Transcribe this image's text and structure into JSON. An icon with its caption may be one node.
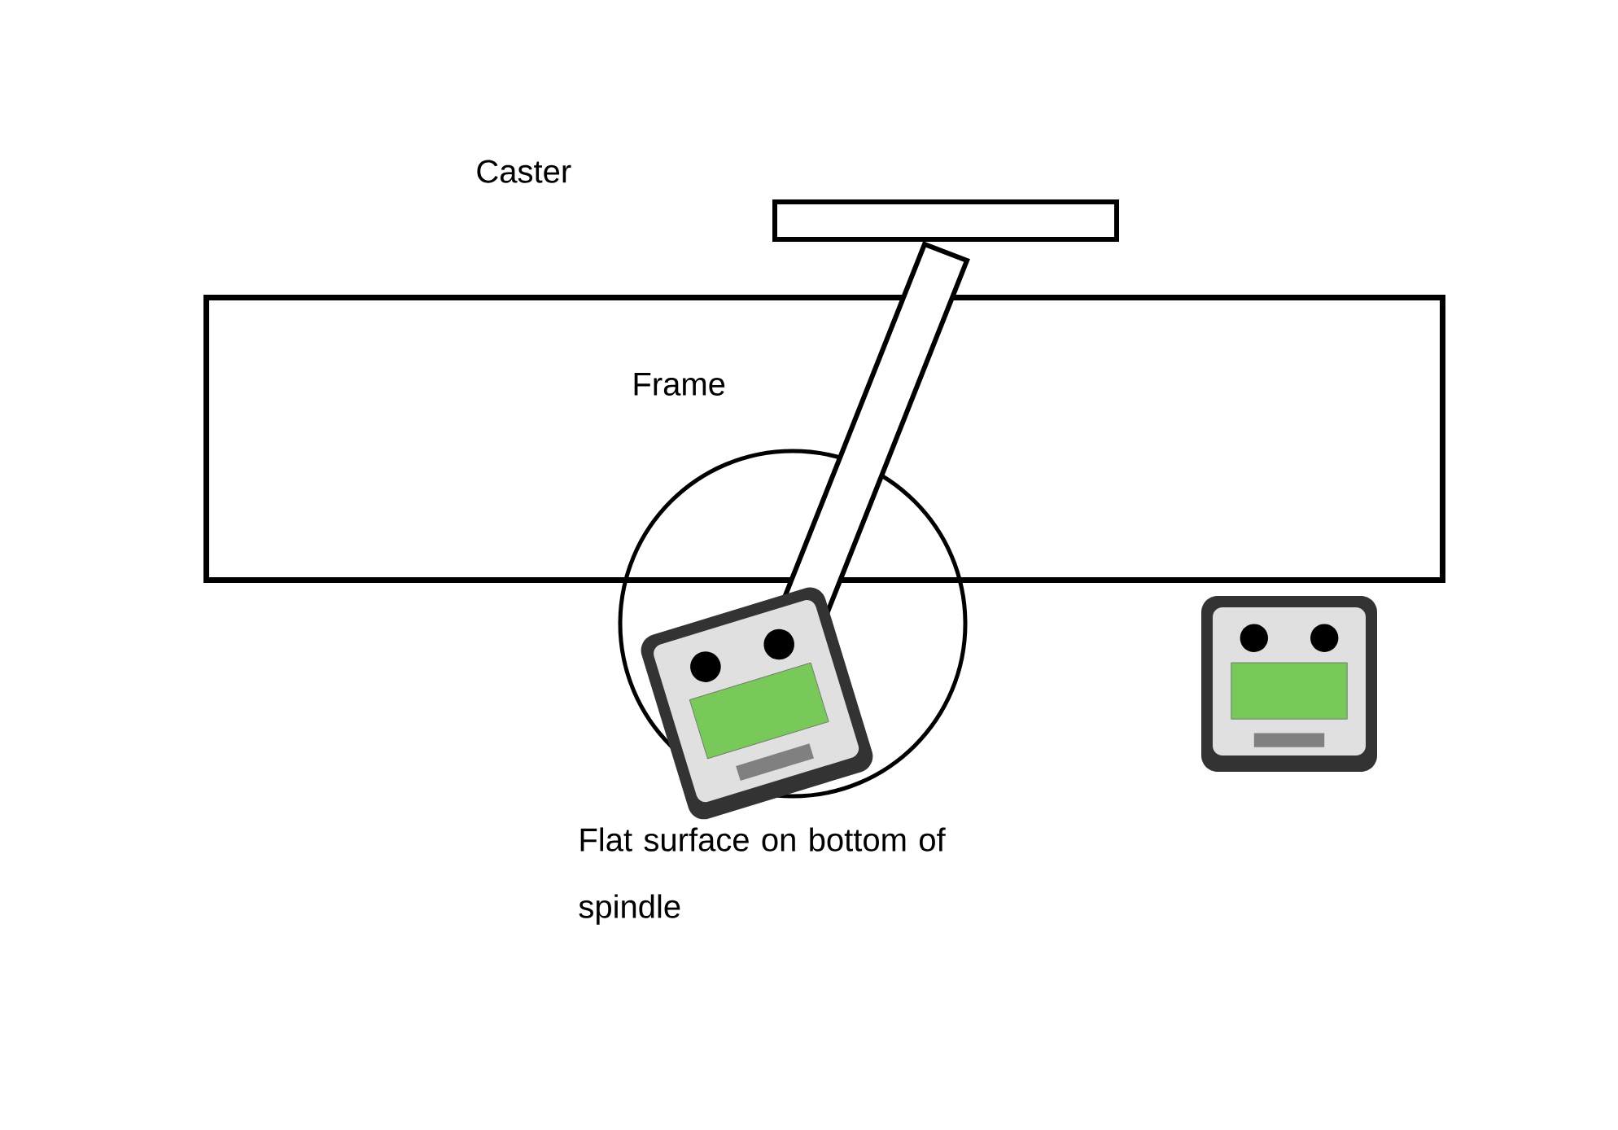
{
  "diagram": {
    "nodes": [
      {
        "text": [
          "Frame"
        ]
      }
    ],
    "labels": [
      "Caster",
      "Flat surface on bottom of spindle"
    ]
  }
}
